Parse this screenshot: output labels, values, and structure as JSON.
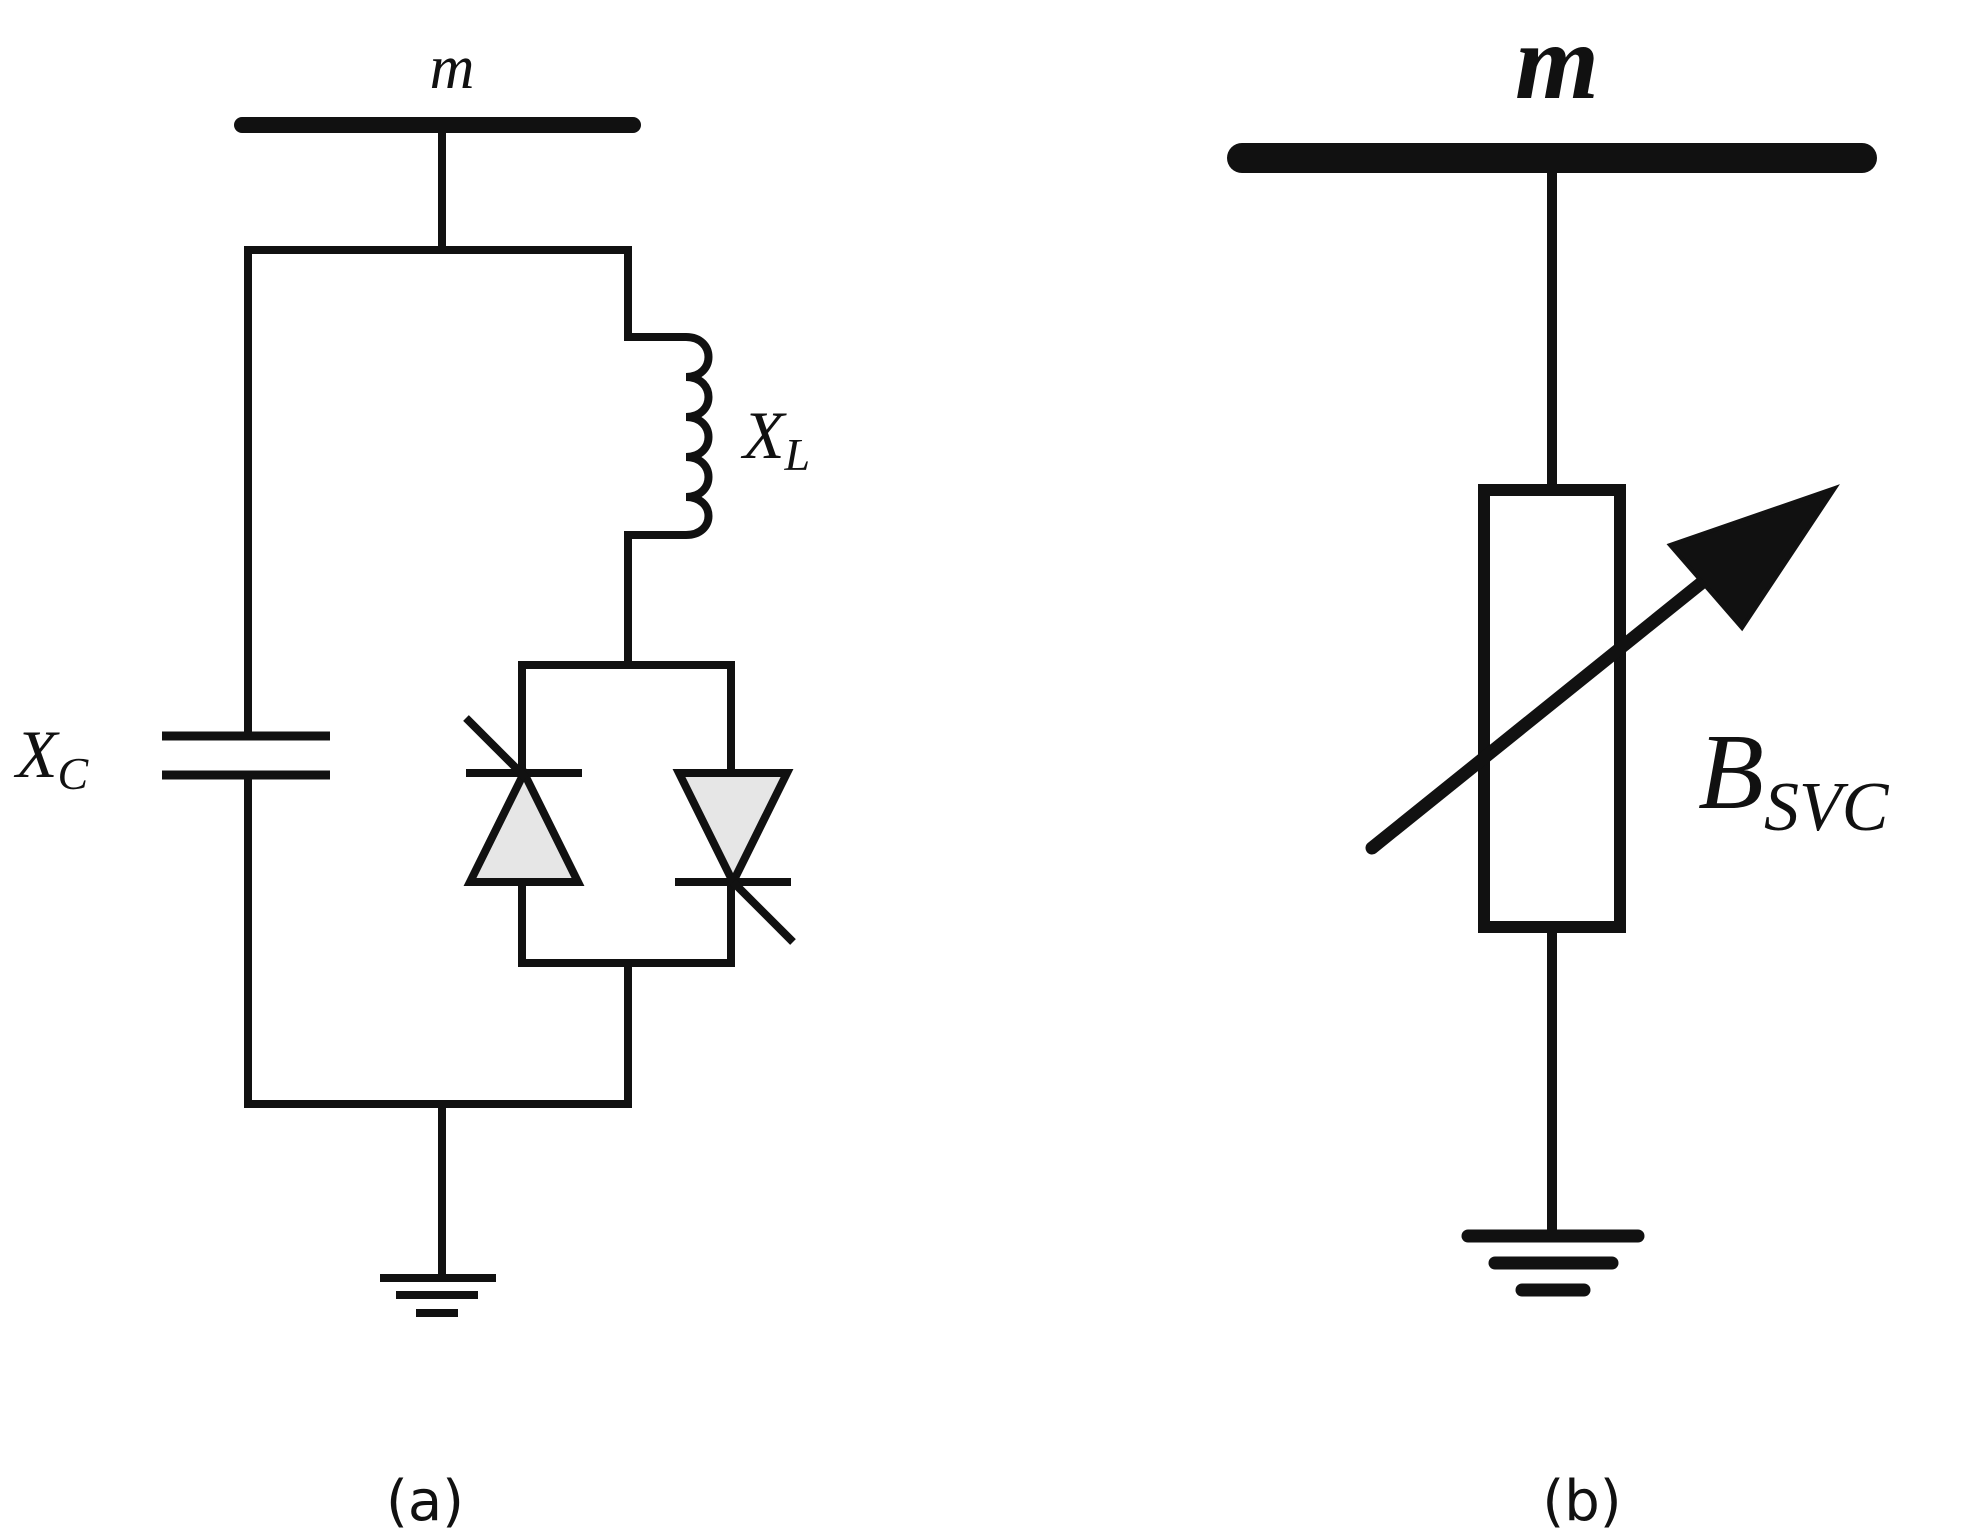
{
  "panel_a": {
    "bus_label": "m",
    "inductor_label": "X",
    "inductor_sub": "L",
    "capacitor_label": "X",
    "capacitor_sub": "C",
    "caption": "(a)"
  },
  "panel_b": {
    "bus_label": "m",
    "element_label": "B",
    "element_sub": "SVC",
    "caption": "(b)"
  },
  "colors": {
    "line": "#111111",
    "thyristor_fill": "#e6e6e6",
    "background": "#ffffff"
  }
}
